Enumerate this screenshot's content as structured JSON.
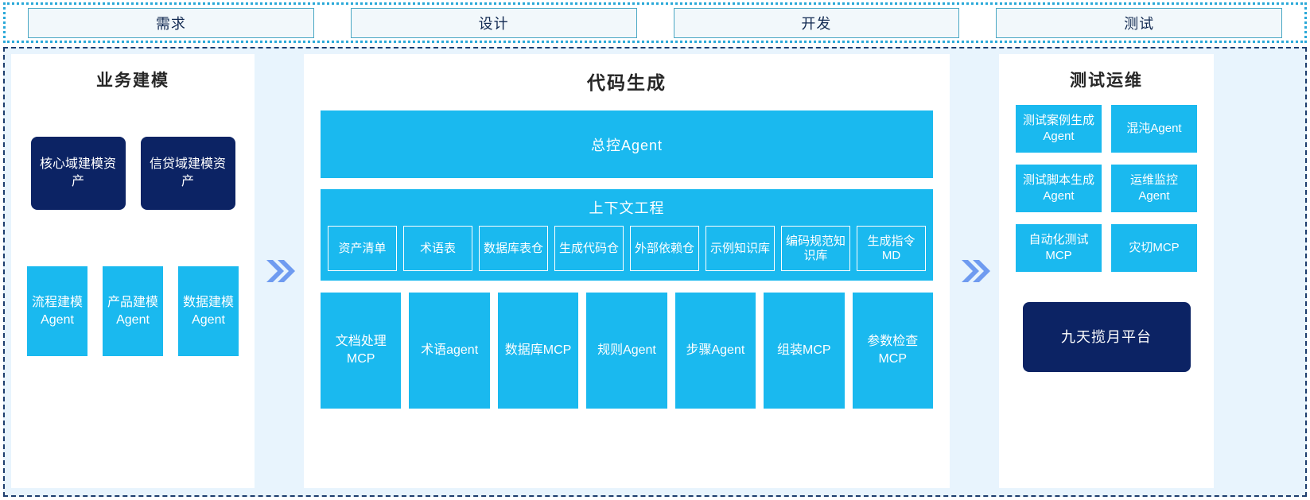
{
  "phases": {
    "items": [
      {
        "label": "需求"
      },
      {
        "label": "设计"
      },
      {
        "label": "开发"
      },
      {
        "label": "测试"
      }
    ]
  },
  "colors": {
    "cyan": "#1ab9ef",
    "navy": "#0c2364",
    "panel_bg": "#ffffff",
    "frame_bg": "#e8f4fd",
    "chevron": "#6f9bf0",
    "phase_border": "#4aa8c4",
    "phase_bg": "#f2f8fb",
    "title_text": "#262626"
  },
  "separators": {
    "left_chevron": "double-chevron-right",
    "right_chevron": "double-chevron-right"
  },
  "left_panel": {
    "title": "业务建模",
    "assets": [
      {
        "label": "核心域建模资产"
      },
      {
        "label": "信贷域建模资产"
      }
    ],
    "agents": [
      {
        "label": "流程建模Agent"
      },
      {
        "label": "产品建模Agent"
      },
      {
        "label": "数据建模Agent"
      }
    ]
  },
  "center_panel": {
    "title": "代码生成",
    "master_agent": "总控Agent",
    "context": {
      "title": "上下文工程",
      "items": [
        {
          "label": "资产清单"
        },
        {
          "label": "术语表"
        },
        {
          "label": "数据库表仓"
        },
        {
          "label": "生成代码仓"
        },
        {
          "label": "外部依赖仓"
        },
        {
          "label": "示例知识库"
        },
        {
          "label": "编码规范知识库"
        },
        {
          "label": "生成指令MD"
        }
      ]
    },
    "tools": [
      {
        "label": "文档处理MCP"
      },
      {
        "label": "术语agent"
      },
      {
        "label": "数据库MCP"
      },
      {
        "label": "规则Agent"
      },
      {
        "label": "步骤Agent"
      },
      {
        "label": "组装MCP"
      },
      {
        "label": "参数检查MCP"
      }
    ]
  },
  "right_panel": {
    "title": "测试运维",
    "items": [
      {
        "label": "测试案例生成Agent"
      },
      {
        "label": "混沌Agent"
      },
      {
        "label": "测试脚本生成Agent"
      },
      {
        "label": "运维监控Agent"
      },
      {
        "label": "自动化测试MCP"
      },
      {
        "label": "灾切MCP"
      }
    ],
    "platform": "九天揽月平台"
  }
}
